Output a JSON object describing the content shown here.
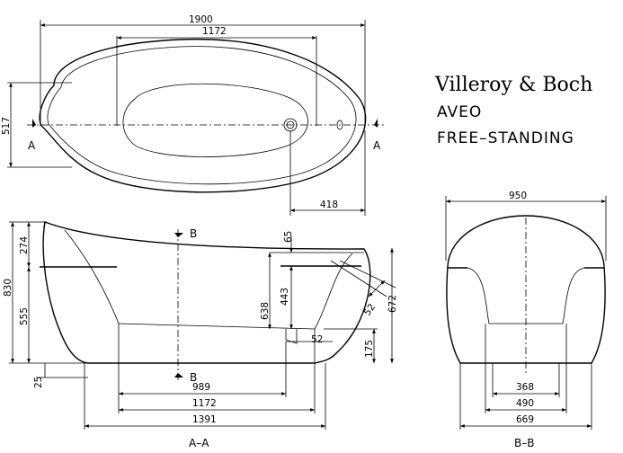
{
  "brand": {
    "name": "Villeroy & Boch",
    "model": "AVEO",
    "type": "FREE–STANDING"
  },
  "plan_view": {
    "dims": {
      "overall_length": "1900",
      "inner_length": "1172",
      "width": "517",
      "drain_offset": "418"
    },
    "section_marks": [
      "A",
      "A"
    ]
  },
  "section_aa": {
    "label": "A–A",
    "cut_marks": [
      "B",
      "B"
    ],
    "dims": {
      "rim_height_part": "274",
      "total_height": "830",
      "body_height": "555",
      "foot_height": "25",
      "rim_step": "65",
      "depth_inner": "443",
      "depth": "638",
      "overflow_dia": "52",
      "waste_offset": "52",
      "overflow_height": "672",
      "base_height": "175",
      "bottom_length": "989",
      "inner_length": "1172",
      "base_length": "1391"
    }
  },
  "section_bb": {
    "label": "B–B",
    "dims": {
      "top_width": "950",
      "inner_bottom": "368",
      "foot_width": "490",
      "base_width": "669"
    }
  }
}
